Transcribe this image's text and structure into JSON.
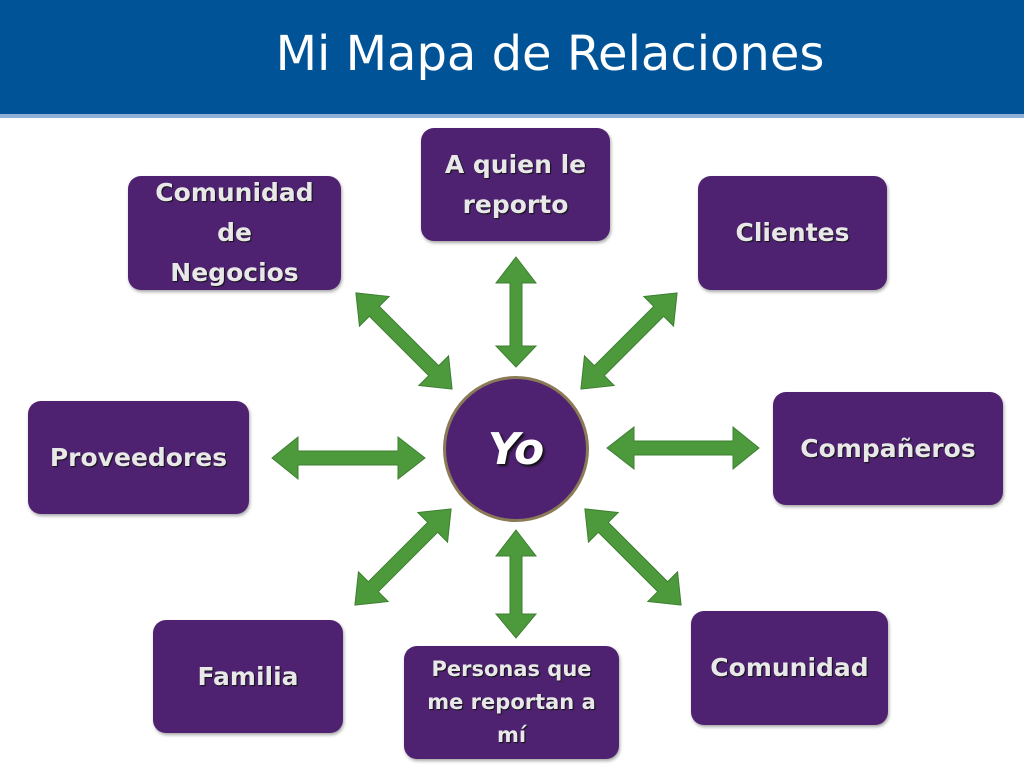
{
  "title": "Mi Mapa de Relaciones",
  "center": {
    "label": "Yo"
  },
  "nodes": [
    {
      "id": "comunidad-de-negocios",
      "label": "Comunidad\nde\nNegocios"
    },
    {
      "id": "a-quien-le-reporto",
      "label": "A quien le\nreporto"
    },
    {
      "id": "clientes",
      "label": "Clientes"
    },
    {
      "id": "proveedores",
      "label": "Proveedores"
    },
    {
      "id": "companeros",
      "label": "Compañeros"
    },
    {
      "id": "familia",
      "label": "Familia"
    },
    {
      "id": "personas-que-me-reportan",
      "label": "Personas que\nme reportan a\nmí"
    },
    {
      "id": "comunidad",
      "label": "Comunidad"
    }
  ],
  "edges": [
    {
      "from": "Yo",
      "to": "Comunidad de Negocios",
      "direction": "both"
    },
    {
      "from": "Yo",
      "to": "A quien le reporto",
      "direction": "both"
    },
    {
      "from": "Yo",
      "to": "Clientes",
      "direction": "both"
    },
    {
      "from": "Yo",
      "to": "Proveedores",
      "direction": "both"
    },
    {
      "from": "Yo",
      "to": "Compañeros",
      "direction": "both"
    },
    {
      "from": "Yo",
      "to": "Familia",
      "direction": "both"
    },
    {
      "from": "Yo",
      "to": "Personas que me reportan a mí",
      "direction": "both"
    },
    {
      "from": "Yo",
      "to": "Comunidad",
      "direction": "both"
    }
  ],
  "colors": {
    "header": "#015397",
    "node": "#4e2270",
    "arrow": "#4c9a3c",
    "center_border": "#8a7a55"
  }
}
